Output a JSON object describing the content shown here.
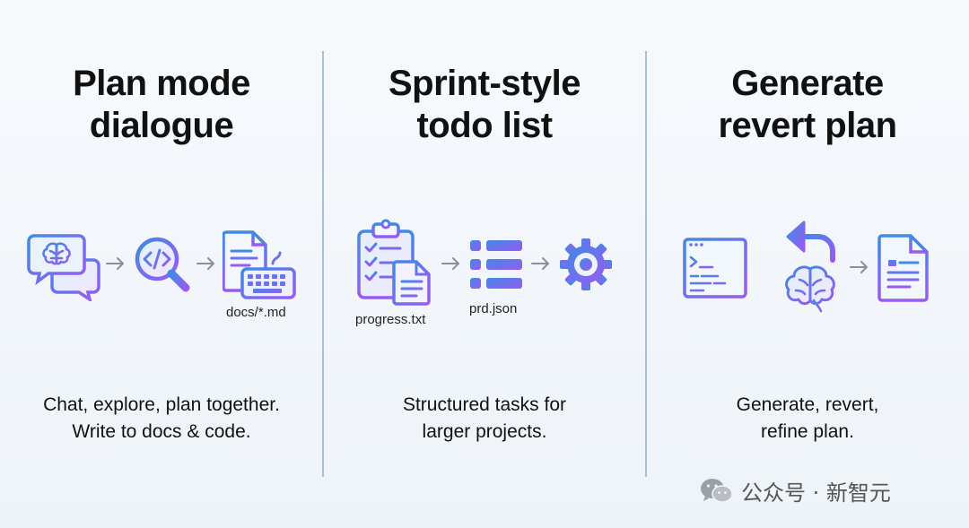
{
  "panels": [
    {
      "title_line1": "Plan mode",
      "title_line2": "dialogue",
      "caption": "docs/*.md",
      "desc_line1": "Chat, explore, plan together.",
      "desc_line2": "Write to docs & code."
    },
    {
      "title_line1": "Sprint-style",
      "title_line2": "todo list",
      "caption_a": "progress.txt",
      "caption_b": "prd.json",
      "desc_line1": "Structured tasks for",
      "desc_line2": "larger projects."
    },
    {
      "title_line1": "Generate",
      "title_line2": "revert plan",
      "desc_line1": "Generate, revert,",
      "desc_line2": "refine plan."
    }
  ],
  "watermark": {
    "text": "公众号 · 新智元",
    "icon": "wechat-icon"
  },
  "colors": {
    "icon_blue": "#3f7fe0",
    "icon_purple": "#8a5cf0",
    "arrow": "#8a8f98",
    "divider": "#a9bfd9"
  },
  "icons": {
    "panel1": [
      "chat-brain-icon",
      "code-search-icon",
      "doc-keyboard-icon"
    ],
    "panel2": [
      "clipboard-checklist-icon",
      "list-icon",
      "gear-icon"
    ],
    "panel3": [
      "terminal-window-icon",
      "undo-arrow-icon",
      "brain-icon",
      "document-icon"
    ]
  }
}
